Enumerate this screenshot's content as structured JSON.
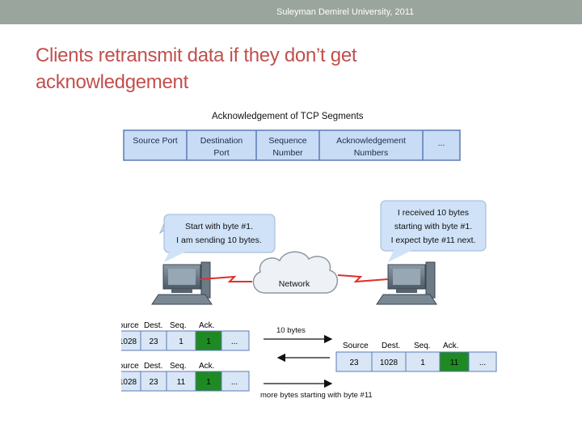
{
  "header": {
    "institution": "Suleyman Demirel University, 2011"
  },
  "slide": {
    "title": "Clients retransmit data if they don’t get acknowledgement"
  },
  "figure": {
    "caption": "Acknowledgement of TCP Segments",
    "header_fields": [
      {
        "line1": "Source Port",
        "line2": ""
      },
      {
        "line1": "Destination",
        "line2": "Port"
      },
      {
        "line1": "Sequence",
        "line2": "Number"
      },
      {
        "line1": "Acknowledgement",
        "line2": "Numbers"
      },
      {
        "line1": "...",
        "line2": ""
      }
    ],
    "bubble_left": {
      "line1": "Start with byte #1.",
      "line2": "I am sending 10 bytes."
    },
    "bubble_right": {
      "line1": "I received 10 bytes",
      "line2": "starting with byte #1.",
      "line3": "I expect byte #11 next."
    },
    "network_label": "Network",
    "col_headers": {
      "source": "Source",
      "dest": "Dest.",
      "seq": "Seq.",
      "ack": "Ack."
    },
    "packet1": {
      "source": "1028",
      "dest": "23",
      "seq": "1",
      "ack": "1",
      "more": "..."
    },
    "packet2": {
      "source": "23",
      "dest": "1028",
      "seq": "1",
      "ack": "11",
      "more": "..."
    },
    "packet3": {
      "source": "1028",
      "dest": "23",
      "seq": "11",
      "ack": "1",
      "more": "..."
    },
    "arrow1_label": "10 bytes",
    "arrow3_label": "more bytes starting with byte #11",
    "colors": {
      "header_fill": "#c9dcf5",
      "header_border": "#5b7bb7",
      "bubble": "#cfe2f8",
      "packet_fill": "#d8e6f6",
      "ack_green": "#1f8a24",
      "lightning": "#e0302a"
    }
  }
}
